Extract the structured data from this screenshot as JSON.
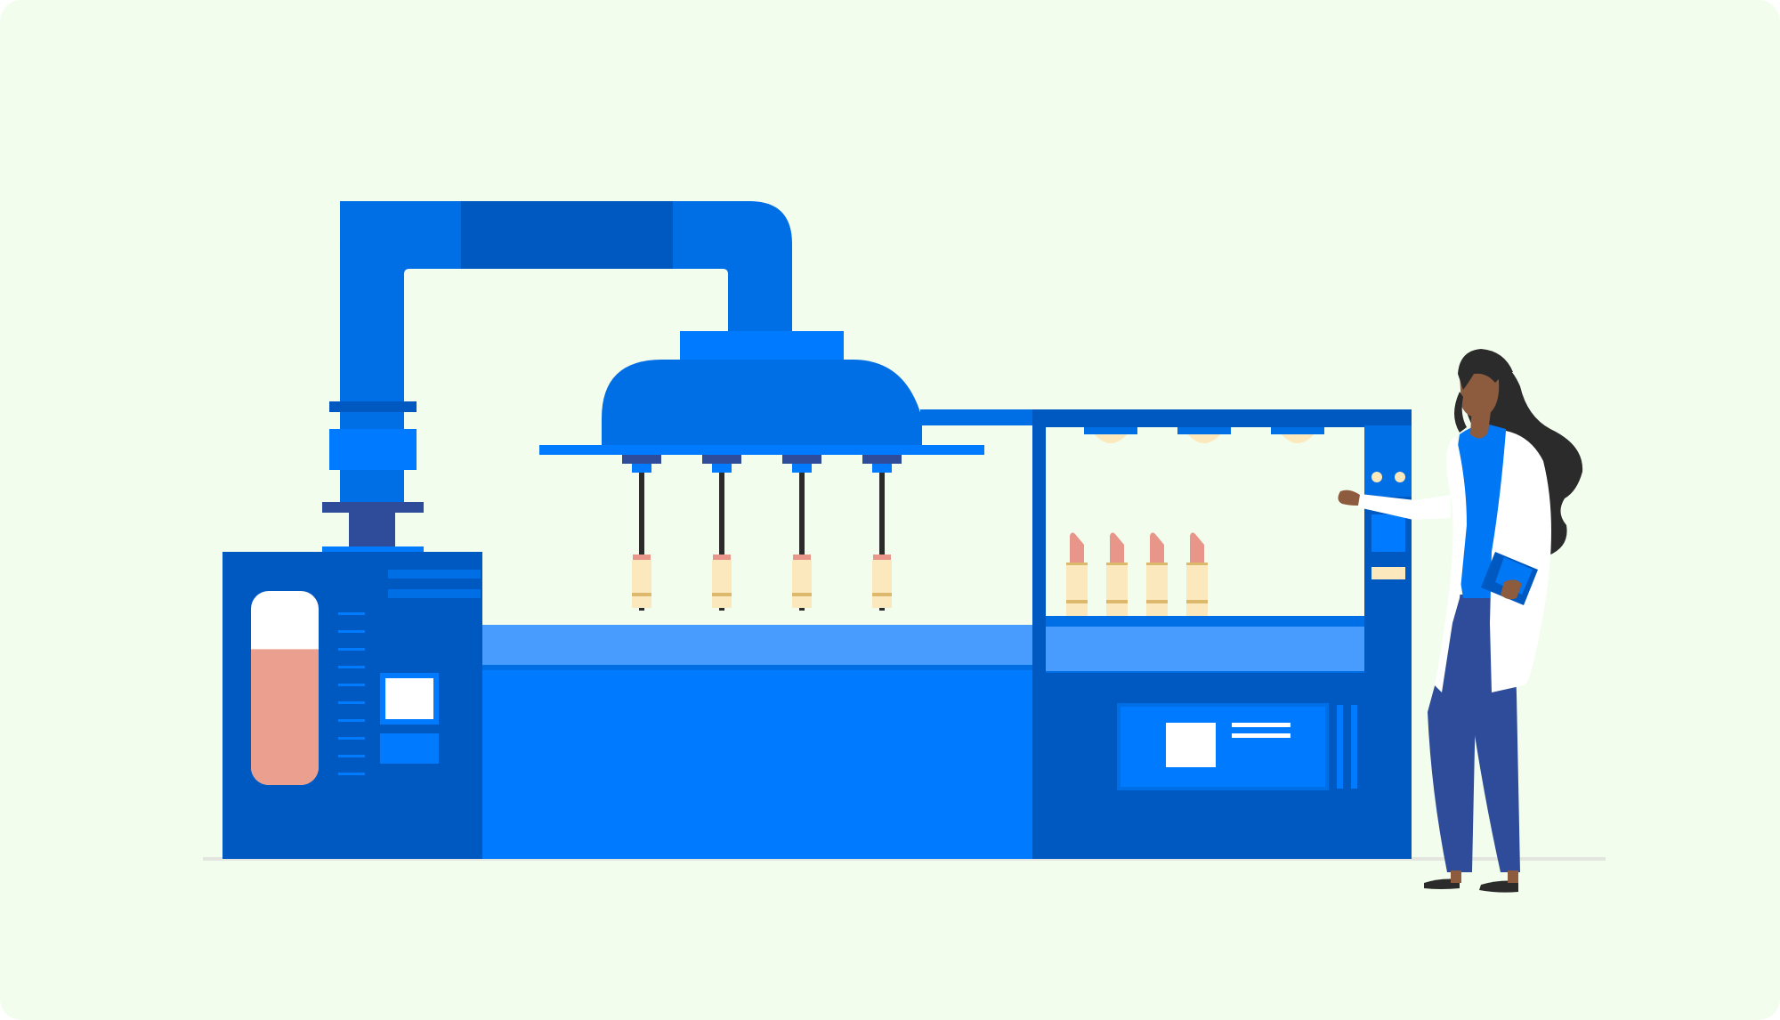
{
  "scene": {
    "subject": "lipstick-production-line",
    "icons": [
      "pipe-arm",
      "filling-head",
      "nozzle",
      "lipstick-tube",
      "lipstick",
      "mixing-tank",
      "control-panel",
      "scientist"
    ]
  },
  "colors": {
    "background": "#f2fdee",
    "blue_dark": "#0059c1",
    "blue_mid": "#006ee4",
    "blue_bright": "#007afe",
    "blue_light": "#479cfe",
    "navy": "#2e4c99",
    "tank_fluid": "#eb9f8e",
    "lipstick_tube": "#fbe9bd",
    "lipstick_band": "#dcb96c",
    "lipstick_color": "#e8958a",
    "skin": "#8d5b3e",
    "hair": "#2b2b2b",
    "coat": "#ffffff",
    "shirt": "#0077f5",
    "pants": "#2e4c99",
    "floor_line": "#e2e6df",
    "white": "#ffffff"
  },
  "tank": {
    "fill_level": 0.7
  },
  "filling_station": {
    "nozzle_count": 4
  },
  "inspection_station": {
    "lipstick_count": 4,
    "light_count": 3
  }
}
